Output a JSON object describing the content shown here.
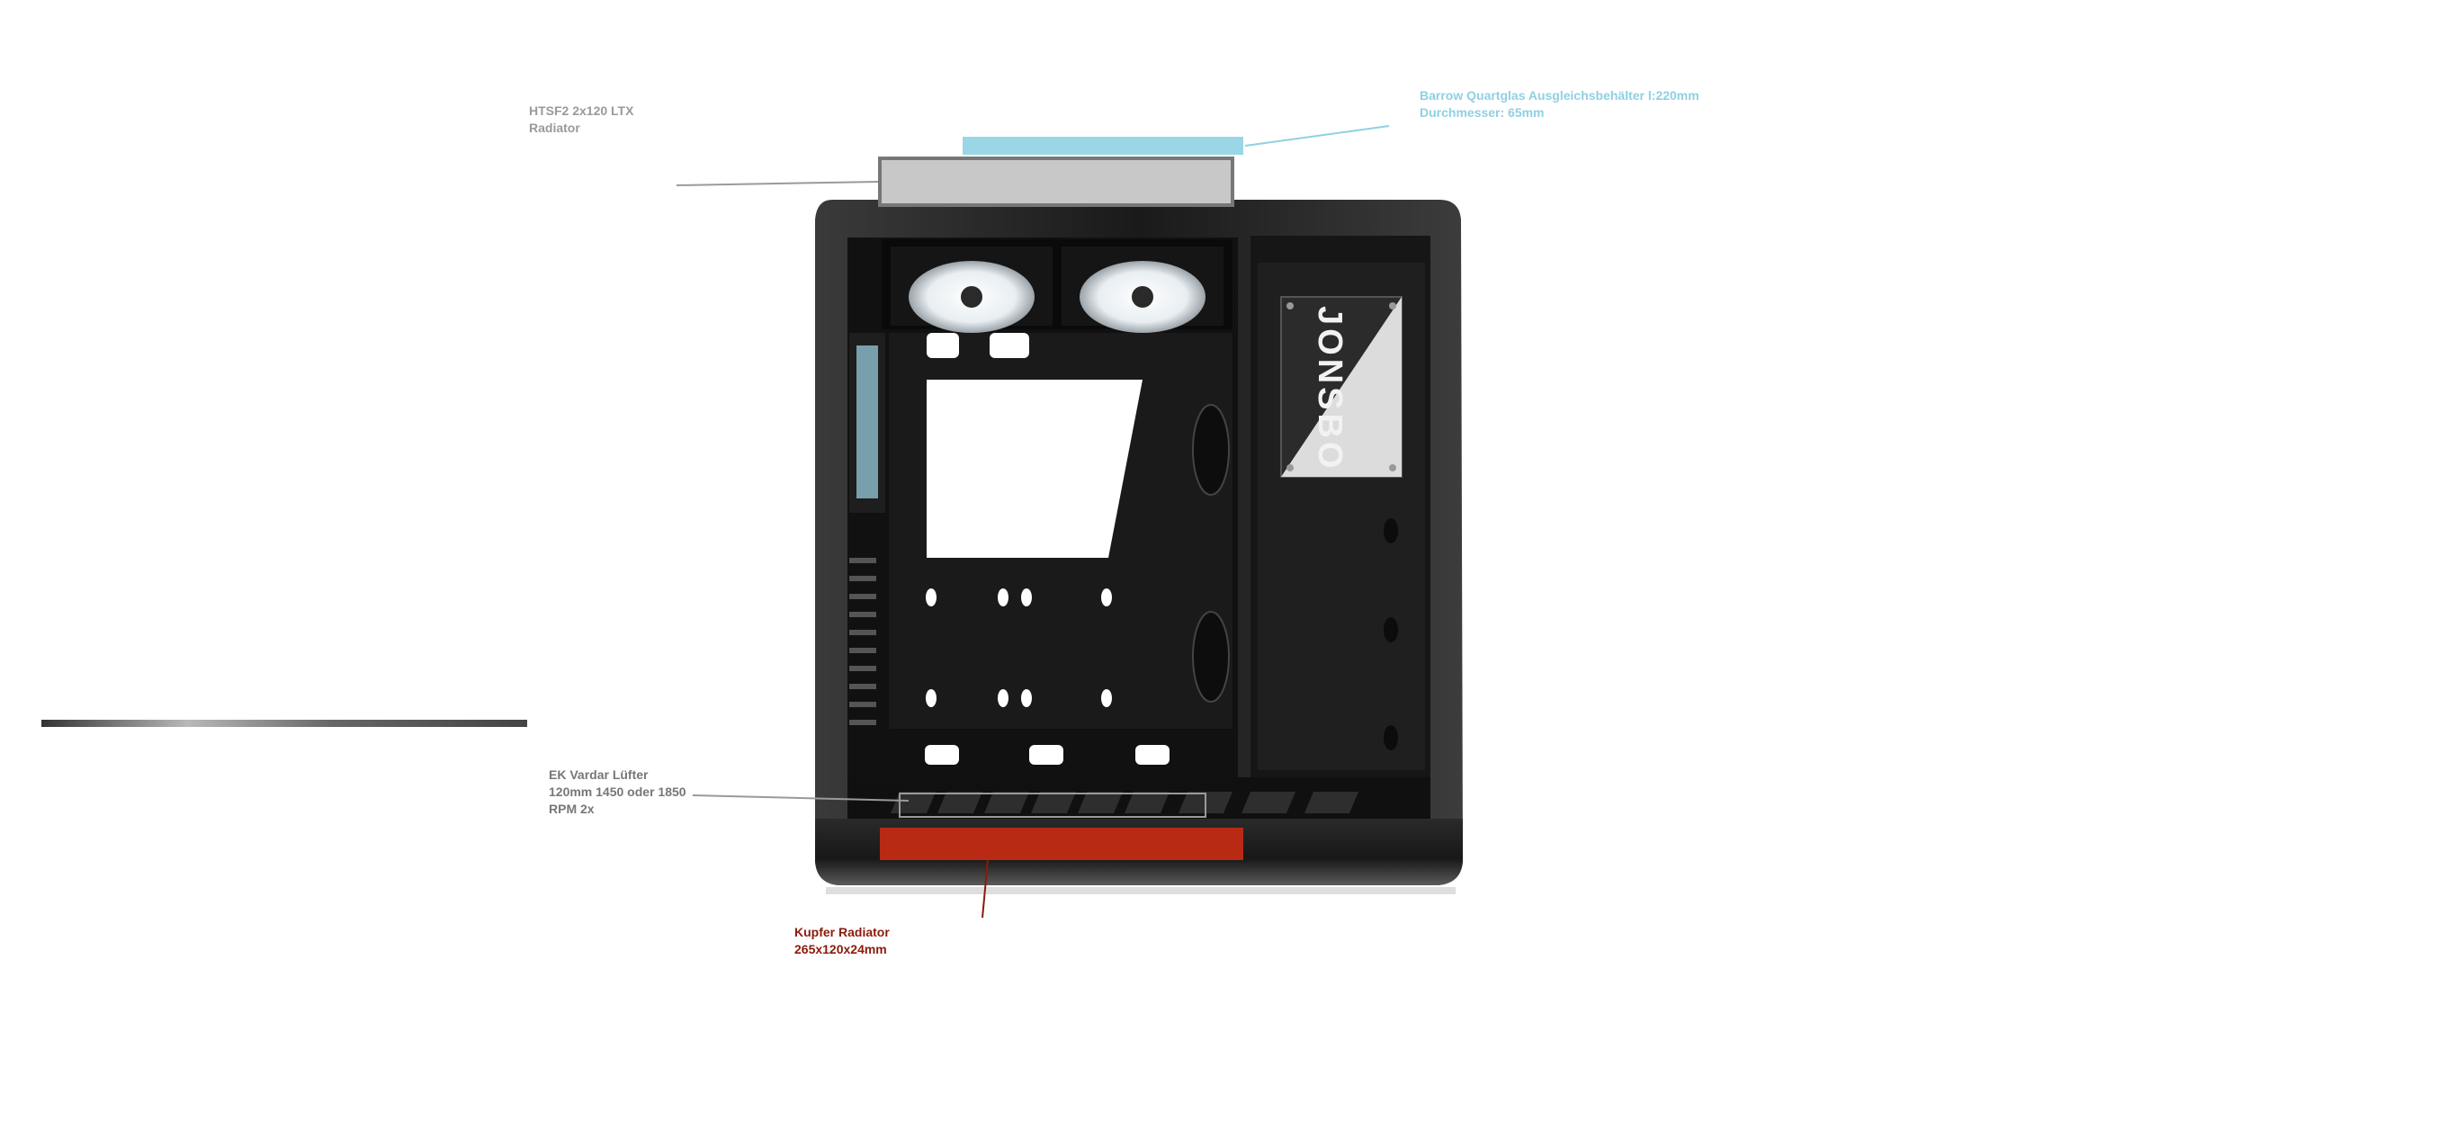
{
  "labels": {
    "top_radiator": "HTSF2 2x120 LTX\nRadiator",
    "reservoir": "Barrow Quartglas Ausgleichsbehälter l:220mm\nDurchmesser: 65mm",
    "fans": "EK Vardar Lüfter\n120mm  1450 oder 1850\nRPM  2x",
    "bottom_radiator": "Kupfer Radiator\n265x120x24mm"
  },
  "case_logo": "JONSBO",
  "colors": {
    "reservoir": "#9ad6e6",
    "top_radiator": "#c8c8c8",
    "bottom_radiator": "#b82a14",
    "case_body": "#1b1b1b",
    "case_frame": "#2e2e2e"
  }
}
